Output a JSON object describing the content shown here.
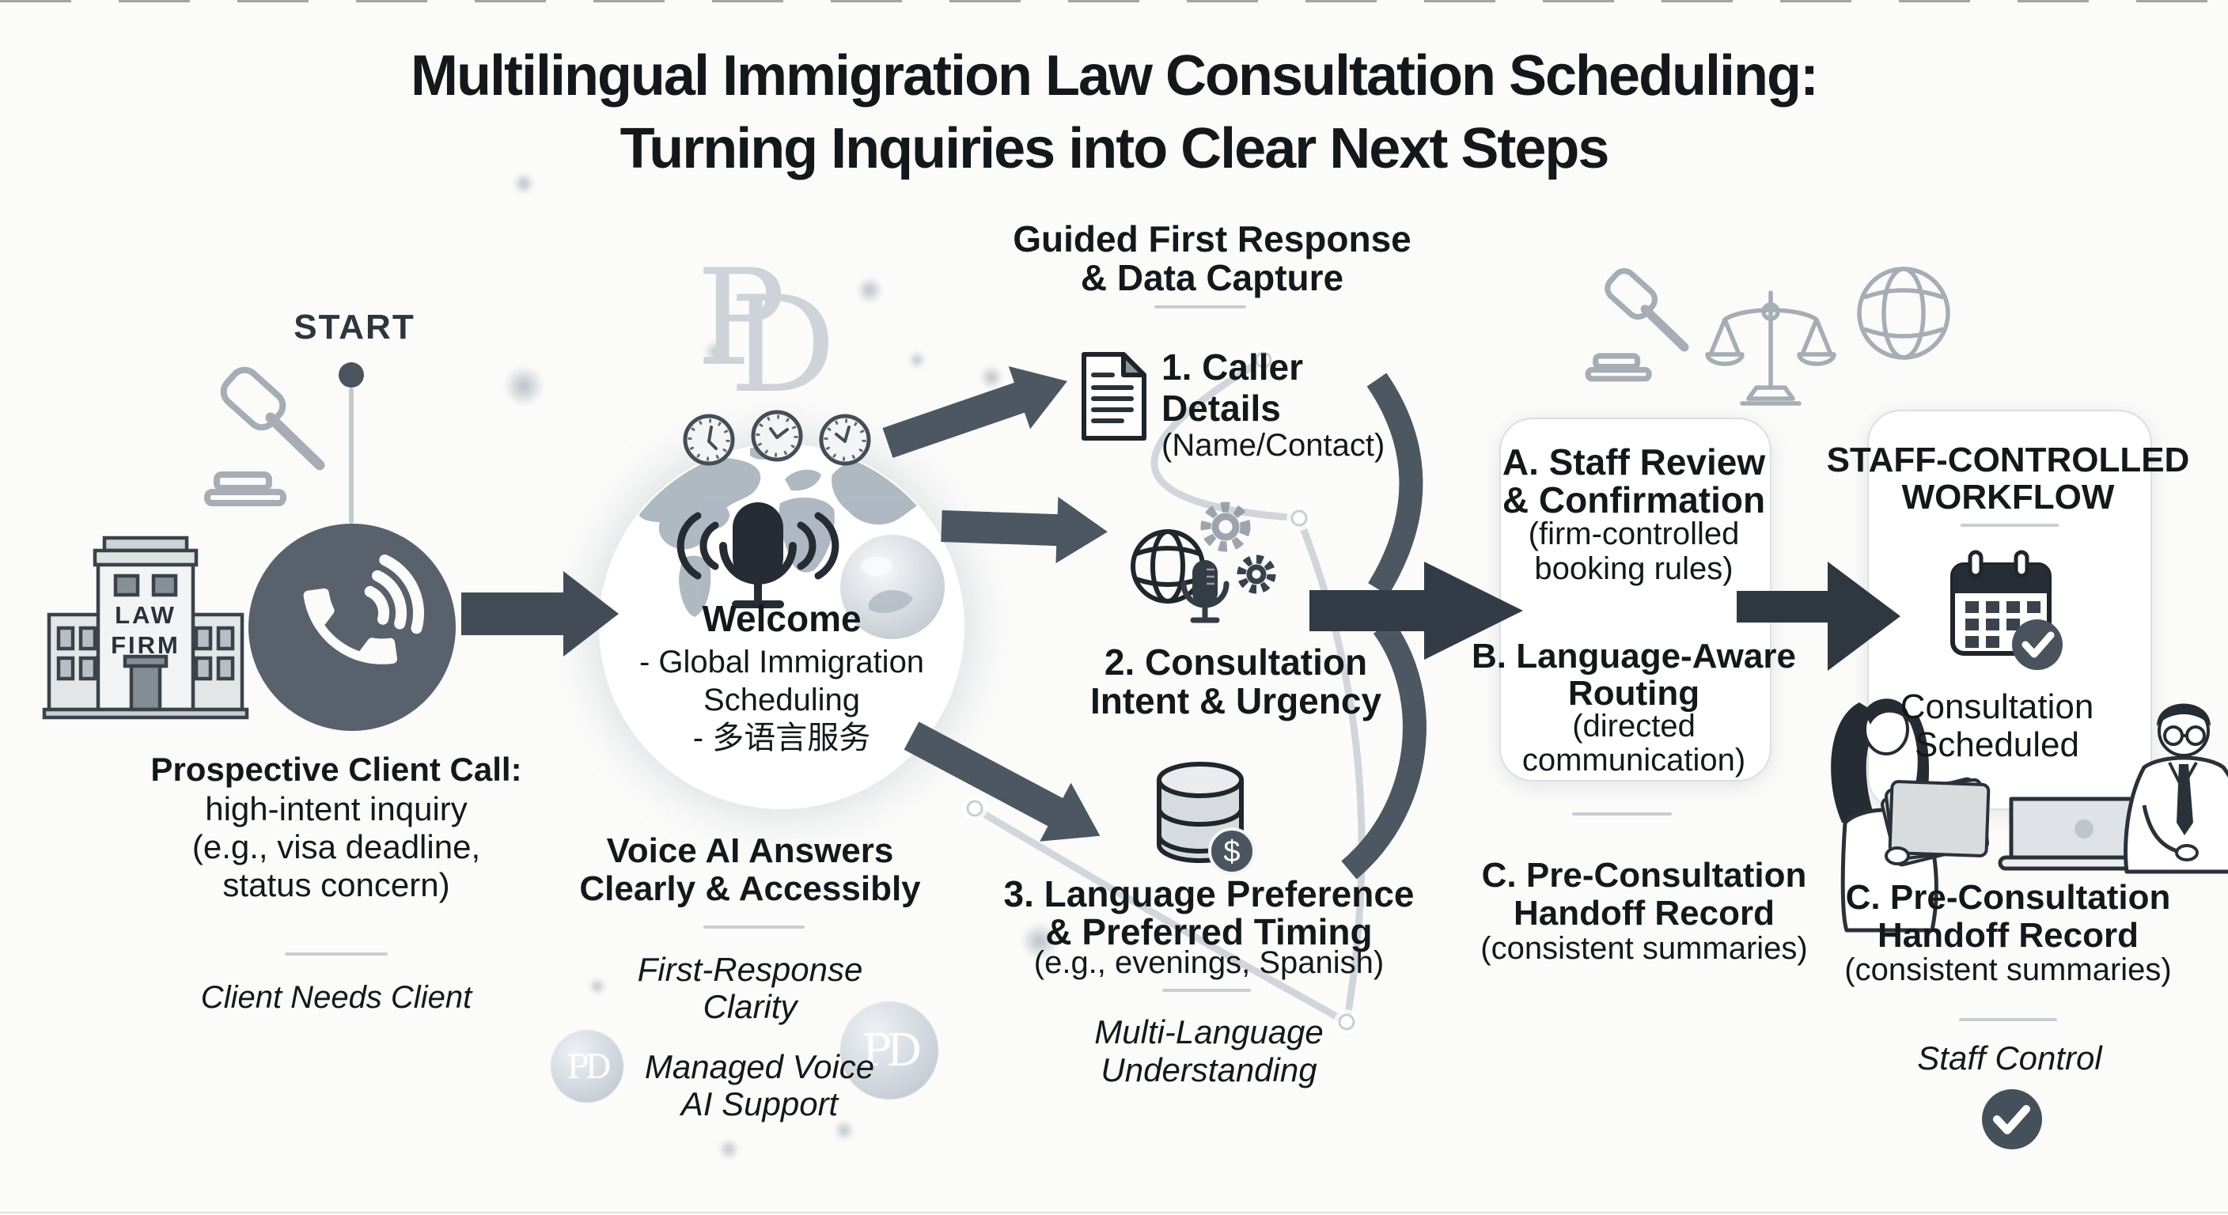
{
  "title": {
    "line1": "Multilingual Immigration Law Consultation Scheduling:",
    "line2": "Turning Inquiries into Clear Next Steps"
  },
  "start_label": "START",
  "law_firm": {
    "line1": "LAW",
    "line2": "FIRM"
  },
  "client_call": {
    "heading": "Prospective Client Call:",
    "line1": "high-intent inquiry",
    "line2": "(e.g., visa deadline,",
    "line3": "status concern)",
    "note": "Client Needs Client"
  },
  "welcome": {
    "heading": "Welcome",
    "line1": "- Global Immigration",
    "line2": "Scheduling",
    "line3": "- 多语言服务"
  },
  "voice_ai": {
    "line1": "Voice AI Answers",
    "line2": "Clearly & Accessibly",
    "note1_line1": "First-Response",
    "note1_line2": "Clarity",
    "note2_line1": "Managed Voice",
    "note2_line2": "AI Support"
  },
  "guided": {
    "header_line1": "Guided First Response",
    "header_line2": "& Data Capture",
    "item1_title_line1": "1. Caller",
    "item1_title_line2": "Details",
    "item1_sub": "(Name/Contact)",
    "item2_title_line1": "2. Consultation",
    "item2_title_line2": "Intent & Urgency",
    "item3_title_line1": "3. Language Preference",
    "item3_title_line2": "& Preferred Timing",
    "item3_sub": "(e.g., evenings, Spanish)",
    "item3_note_line1": "Multi-Language",
    "item3_note_line2": "Understanding",
    "coin_symbol": "$"
  },
  "review": {
    "a_line1": "A. Staff Review",
    "a_line2": "& Confirmation",
    "a_sub1": "(firm-controlled",
    "a_sub2": "booking rules)",
    "b_line1": "B. Language-Aware",
    "b_line2": "Routing",
    "b_sub1": "(directed",
    "b_sub2": "communication)",
    "c_line1": "C. Pre-Consultation",
    "c_line2": "Handoff Record",
    "c_sub": "(consistent summaries)"
  },
  "workflow": {
    "header_line1": "STAFF-CONTROLLED",
    "header_line2": "WORKFLOW",
    "status_line1": "Consultation",
    "status_line2": "Scheduled",
    "c_line1": "C. Pre-Consultation",
    "c_line2": "Handoff Record",
    "c_sub": "(consistent summaries)",
    "note": "Staff Control"
  },
  "watermark": {
    "monogram_p": "P",
    "monogram_d": "D",
    "monogram": "PD"
  },
  "colors": {
    "ink": "#15181b",
    "slate_circle": "#59626c",
    "arrow_medium": "#4d5761",
    "arrow_dark": "#333c46",
    "icon_outline_light": "#a6adb5",
    "watermark_gray": "#ced3d9",
    "check_badge": "#46505b"
  }
}
